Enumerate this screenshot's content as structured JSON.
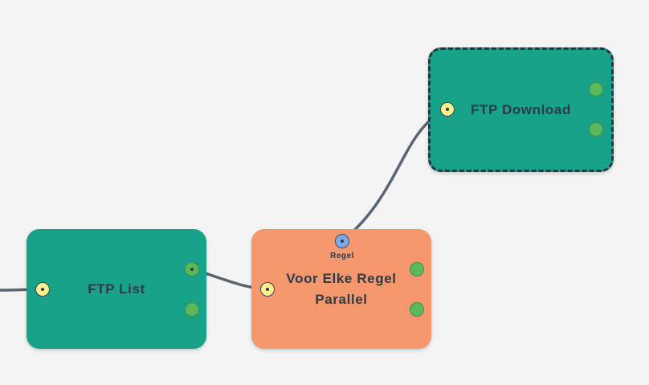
{
  "nodes": {
    "ftp_list": {
      "title": "FTP List",
      "color": "#18a28a"
    },
    "voor_elke_regel": {
      "title": "Voor Elke Regel\nParallel",
      "color": "#f4976c",
      "param_label": "Regel"
    },
    "ftp_download": {
      "title": "FTP Download",
      "color": "#18a28a"
    }
  },
  "colors": {
    "wire": "#576574",
    "input_port": "#faf08f",
    "output_port": "#5cb85c",
    "param_port": "#7ea8e8",
    "selection_border": "#2a3444"
  }
}
